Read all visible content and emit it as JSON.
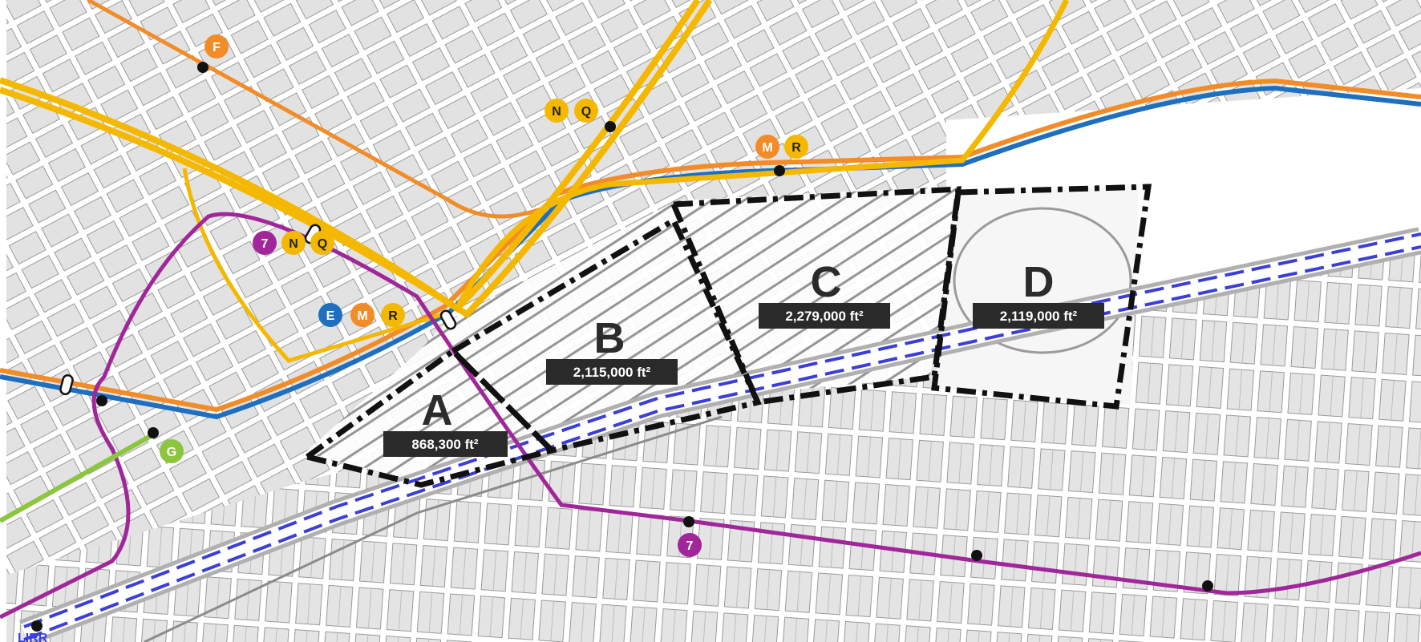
{
  "colors": {
    "background": "#f4f4f4",
    "block_fill": "#e2e2e2",
    "block_stroke": "#9a9a9a",
    "street": "#ffffff",
    "yard_track": "#8c8c8c",
    "orange_line": "#f28c28",
    "blue_line": "#1f6fbf",
    "yellow_line": "#f5b800",
    "purple_line": "#a0269a",
    "green_line": "#8cc63f",
    "rail_dash": "#3b3fd8",
    "area_border": "#111111",
    "label_box": "#2a2a2a"
  },
  "areas": [
    {
      "id": "A",
      "label": "A",
      "size": "868,300 ft²"
    },
    {
      "id": "B",
      "label": "B",
      "size": "2,115,000 ft²"
    },
    {
      "id": "C",
      "label": "C",
      "size": "2,279,000 ft²"
    },
    {
      "id": "D",
      "label": "D",
      "size": "2,119,000 ft²"
    }
  ],
  "station_badges": [
    {
      "text": "F",
      "color": "orange"
    },
    {
      "text": "N",
      "color": "yellow"
    },
    {
      "text": "Q",
      "color": "yellow"
    },
    {
      "text": "M",
      "color": "orange"
    },
    {
      "text": "R",
      "color": "yellow"
    },
    {
      "text": "7",
      "color": "purple"
    },
    {
      "text": "N",
      "color": "yellow"
    },
    {
      "text": "Q",
      "color": "yellow"
    },
    {
      "text": "E",
      "color": "blue"
    },
    {
      "text": "M",
      "color": "orange"
    },
    {
      "text": "R",
      "color": "yellow"
    },
    {
      "text": "G",
      "color": "green"
    },
    {
      "text": "7",
      "color": "purple"
    }
  ],
  "corner_text": "LIRR"
}
